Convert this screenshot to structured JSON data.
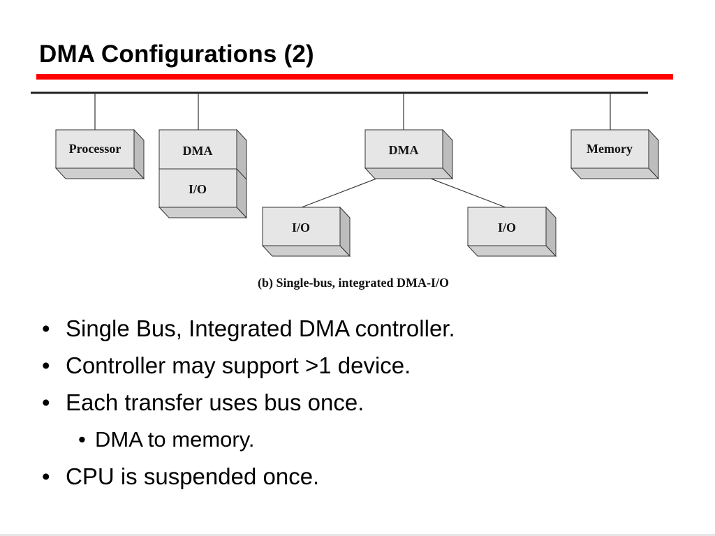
{
  "slide": {
    "title": "DMA Configurations (2)"
  },
  "diagram": {
    "boxes": {
      "processor": "Processor",
      "dma_left": "DMA",
      "io_left": "I/O",
      "dma_center": "DMA",
      "memory": "Memory",
      "io_bottom_left": "I/O",
      "io_bottom_right": "I/O"
    },
    "caption": "(b) Single-bus, integrated DMA-I/O"
  },
  "bullets": [
    {
      "marker": "•",
      "text": "Single Bus, Integrated DMA controller.",
      "level": 1
    },
    {
      "marker": "•",
      "text": "Controller may support >1 device.",
      "level": 1
    },
    {
      "marker": "•",
      "text": "Each transfer uses bus once.",
      "level": 1
    },
    {
      "marker": "•",
      "text": "DMA to memory.",
      "level": 2
    },
    {
      "marker": "•",
      "text": "CPU is suspended once.",
      "level": 1
    }
  ],
  "colors": {
    "title_rule": "#ff0000",
    "box_face": "#e6e6e6",
    "box_side": "#bdbdbd"
  }
}
